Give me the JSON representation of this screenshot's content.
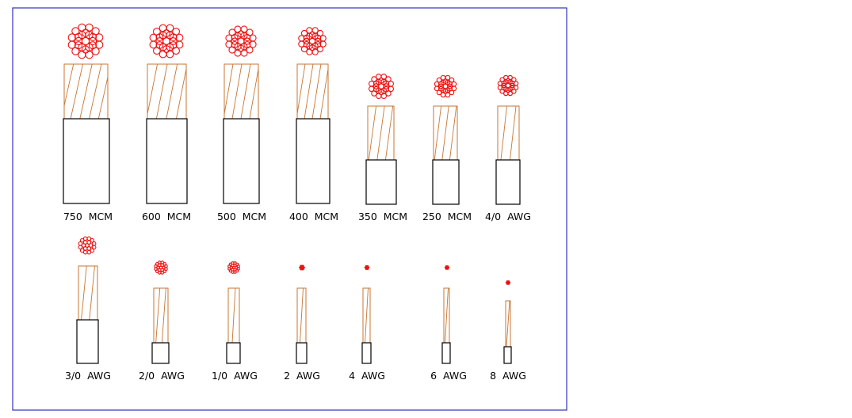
{
  "colors": {
    "frame": "#2f2fbf",
    "strand": "#ee1111",
    "copper": "#c87533",
    "jacket": "#000000",
    "label": "#000000"
  },
  "rows": [
    {
      "name": "top-row",
      "conductors": [
        {
          "id": "750-mcm",
          "label": "750  MCM"
        },
        {
          "id": "600-mcm",
          "label": "600  MCM"
        },
        {
          "id": "500-mcm",
          "label": "500  MCM"
        },
        {
          "id": "400-mcm",
          "label": "400  MCM"
        },
        {
          "id": "350-mcm",
          "label": "350  MCM"
        },
        {
          "id": "250-mcm",
          "label": "250  MCM"
        },
        {
          "id": "4-0-awg",
          "label": "4/0  AWG"
        }
      ]
    },
    {
      "name": "bottom-row",
      "conductors": [
        {
          "id": "3-0-awg",
          "label": "3/0  AWG"
        },
        {
          "id": "2-0-awg",
          "label": "2/0  AWG"
        },
        {
          "id": "1-0-awg",
          "label": "1/0  AWG"
        },
        {
          "id": "2-awg",
          "label": "2  AWG"
        },
        {
          "id": "4-awg",
          "label": "4  AWG"
        },
        {
          "id": "6-awg",
          "label": "6  AWG"
        },
        {
          "id": "8-awg",
          "label": "8  AWG"
        }
      ]
    }
  ]
}
